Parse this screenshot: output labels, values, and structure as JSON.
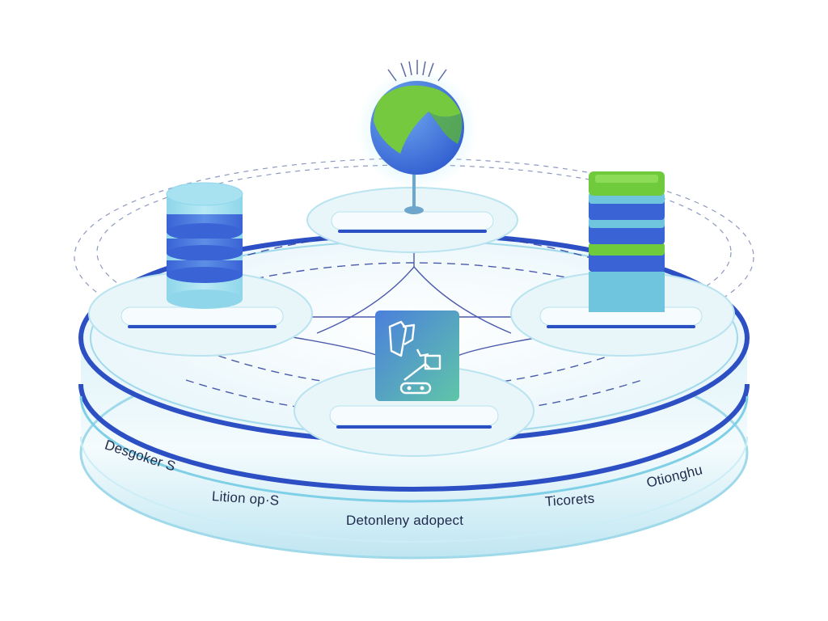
{
  "labels": {
    "left": "Desgoker S",
    "left_center": "Lition op·S",
    "center": "Detonleny adopect",
    "right_center": "Ticorets",
    "right": "Otionghu"
  },
  "colors": {
    "platform_blue": "#2c4fc4",
    "platform_light": "#bfe6f2",
    "pad_fill": "#e8f6fa",
    "node_green": "#6fcb3c",
    "node_blue": "#3a63d6",
    "node_teal": "#6fc5de",
    "line": "#2d3f9e"
  },
  "icons": {
    "top": "globe-icon",
    "left": "database-icon",
    "right": "server-stack-icon",
    "center": "tool-panel-icon"
  }
}
